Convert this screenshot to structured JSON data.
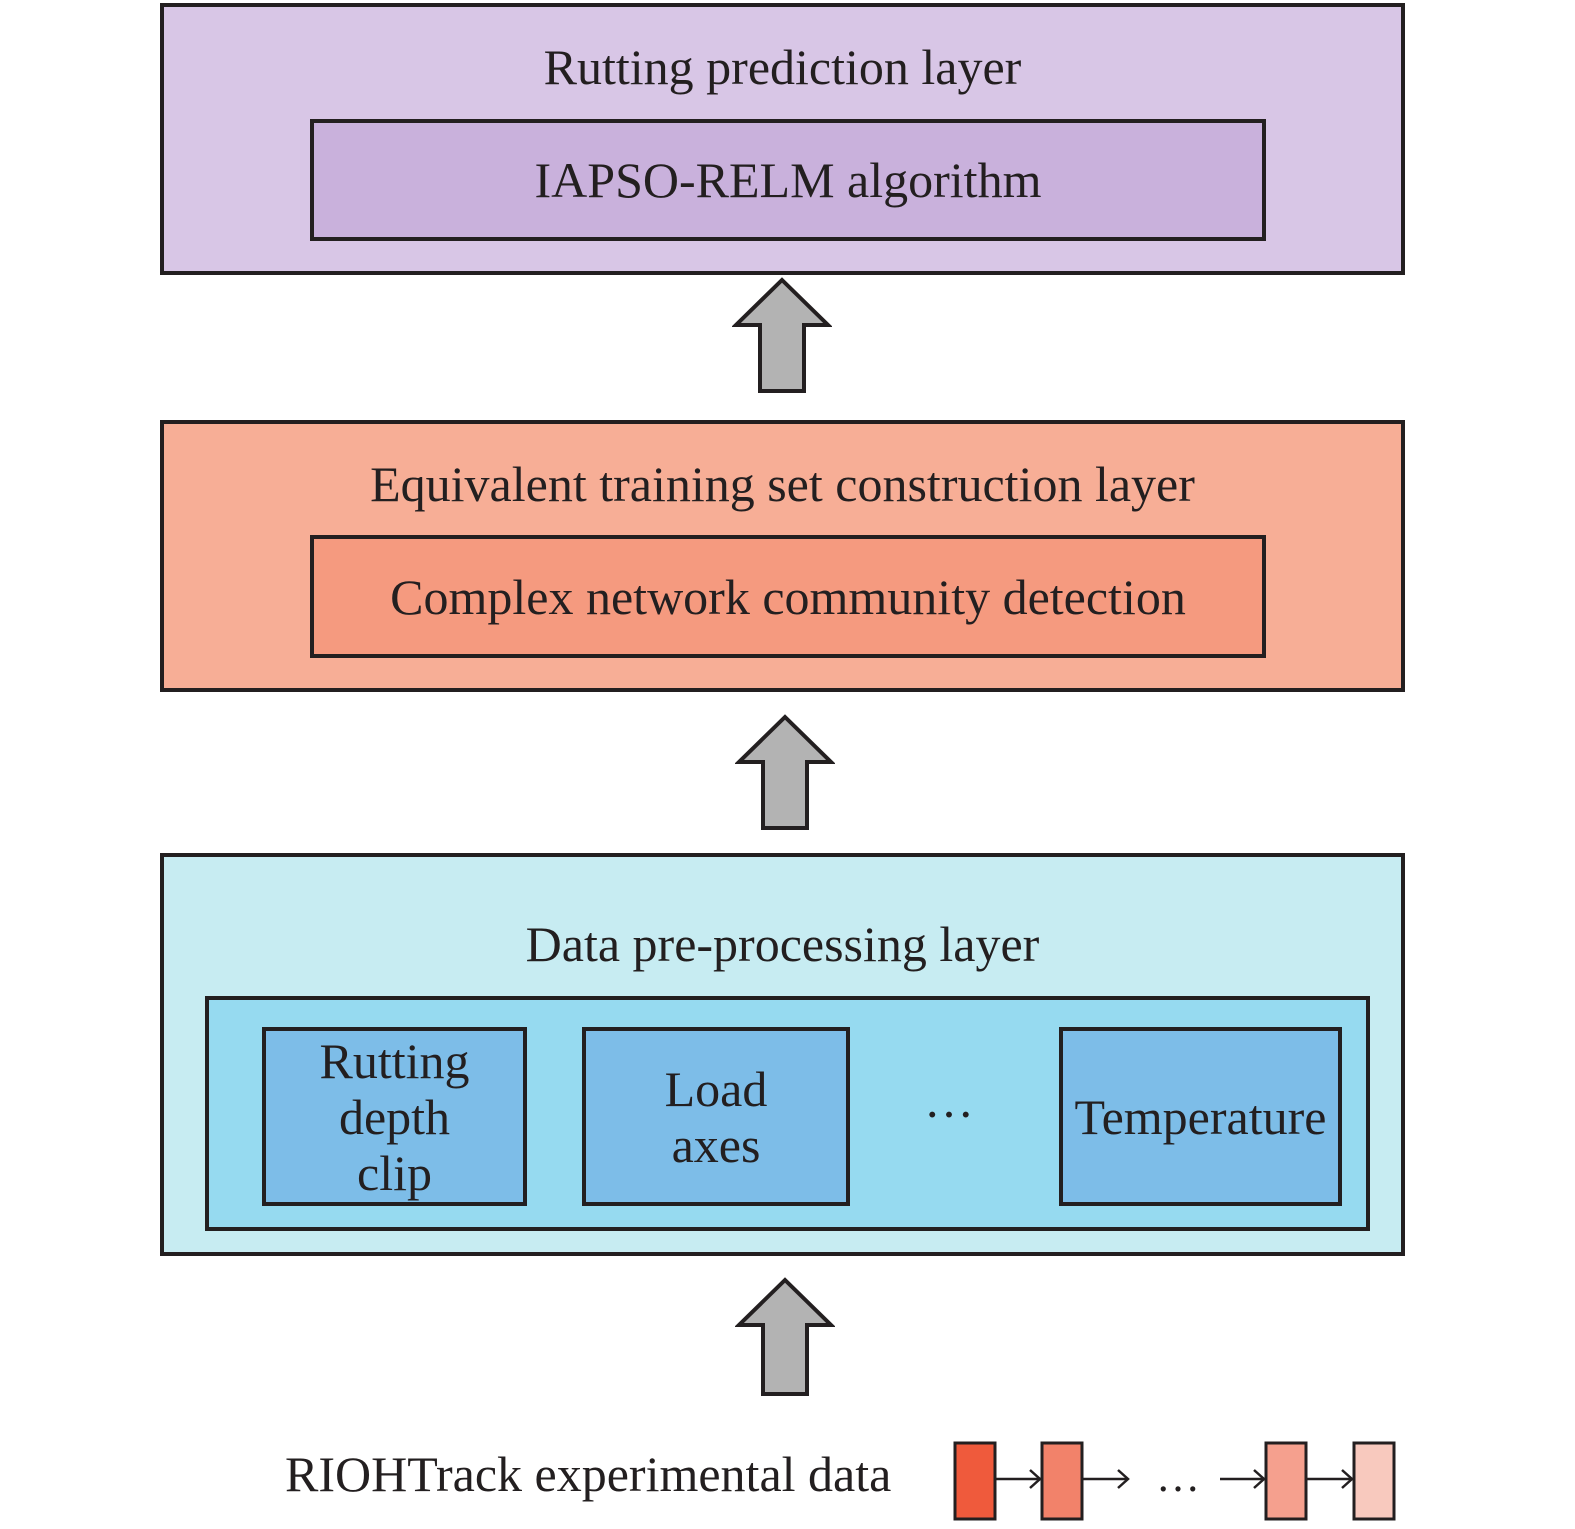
{
  "layers": {
    "top": {
      "title": "Rutting prediction layer",
      "inner": "IAPSO-RELM algorithm",
      "color": "#d8c6e6",
      "inner_color": "#c9b1dc"
    },
    "middle": {
      "title": "Equivalent training set construction layer",
      "inner": "Complex network community detection",
      "color": "#f7ae96",
      "inner_color": "#f59a7f"
    },
    "bottom": {
      "title": "Data pre-processing layer",
      "features": [
        "Rutting depth clip",
        "Load axes",
        "…",
        "Temperature"
      ],
      "color": "#c7ecf2",
      "inner_color": "#96daf0",
      "feature_color": "#7dbde8"
    }
  },
  "source": {
    "label": "RIOHTrack experimental data",
    "ellipsis": "…",
    "block_colors": [
      "#ef5a3c",
      "#f2826a",
      "#f5a08e",
      "#f8c9be"
    ]
  },
  "arrow_color": "#b3b3b3"
}
